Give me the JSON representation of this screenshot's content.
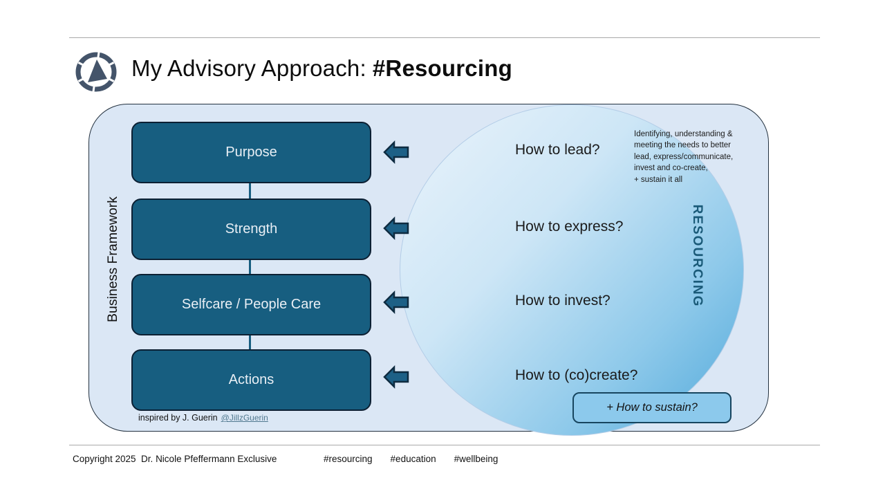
{
  "header": {
    "title_regular": "My Advisory Approach:",
    "title_bold": "#Resourcing",
    "logo_icon": "compass-icon"
  },
  "diagram": {
    "framework_label": "Business Framework",
    "boxes": [
      "Purpose",
      "Strength",
      "Selfcare / People Care",
      "Actions"
    ],
    "questions": [
      "How to lead?",
      "How to express?",
      "How to invest?",
      "How to (co)create?"
    ],
    "note_lines": [
      "Identifying, understanding &",
      "meeting the needs to better",
      "lead, express/communicate,",
      "invest and co-create,",
      "+ sustain it all"
    ],
    "resourcing_label": "RESOURCING",
    "sustain_label": "+ How to sustain?",
    "credit_prefix": "inspired by J. Guerin",
    "credit_link": "@JillzGuerin"
  },
  "footer": {
    "copyright": "Copyright 2025  Dr. Nicole Pfeffermann Exclusive",
    "hashtags": [
      "#resourcing",
      "#education",
      "#wellbeing"
    ]
  },
  "colors": {
    "box_fill": "#175E80",
    "box_border": "#0C2033",
    "panel_fill": "#DBE7F5",
    "circle_gradient_start": "#EAF3FB",
    "circle_gradient_end": "#4FA8DA",
    "accent_teal": "#1A5A78",
    "sustain_fill": "#8CC9EC",
    "logo_slate": "#44546A",
    "link_color": "#50788F",
    "divider_gray": "#A8A8A8"
  }
}
